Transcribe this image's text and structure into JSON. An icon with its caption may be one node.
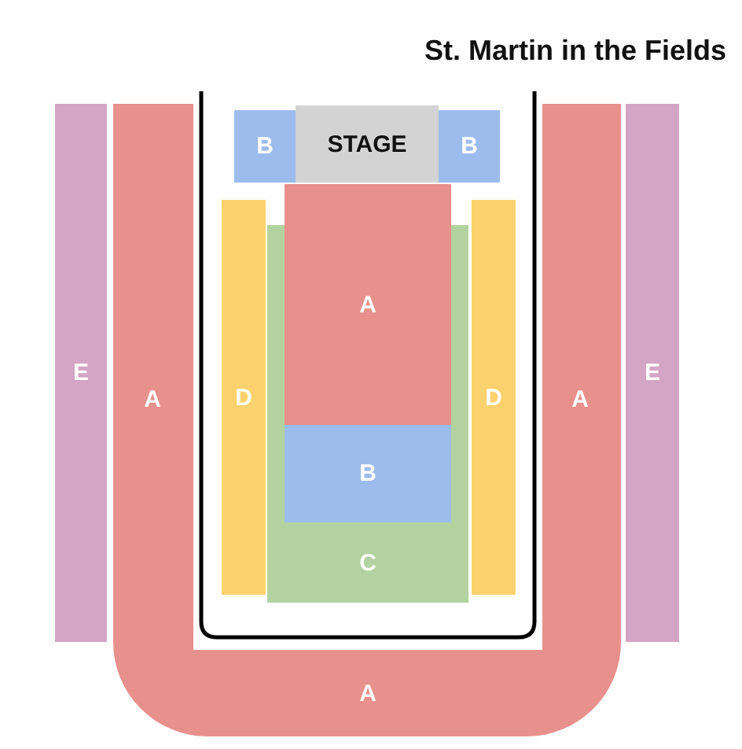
{
  "diagram": {
    "title": "St. Martin in the Fields",
    "nodes": [
      {
        "text": [
          "E"
        ]
      },
      {
        "text": [
          "A",
          "A",
          "A"
        ]
      },
      {
        "text": [
          "B"
        ]
      },
      {
        "text": [
          "STAGE"
        ]
      },
      {
        "text": [
          "B"
        ]
      },
      {
        "text": [
          "D"
        ]
      },
      {
        "text": [
          "C"
        ]
      },
      {
        "text": [
          "A"
        ]
      },
      {
        "text": [
          "B"
        ],
        "in": 6
      },
      {
        "text": [
          "D"
        ]
      },
      {
        "text": [
          "E"
        ]
      }
    ]
  }
}
